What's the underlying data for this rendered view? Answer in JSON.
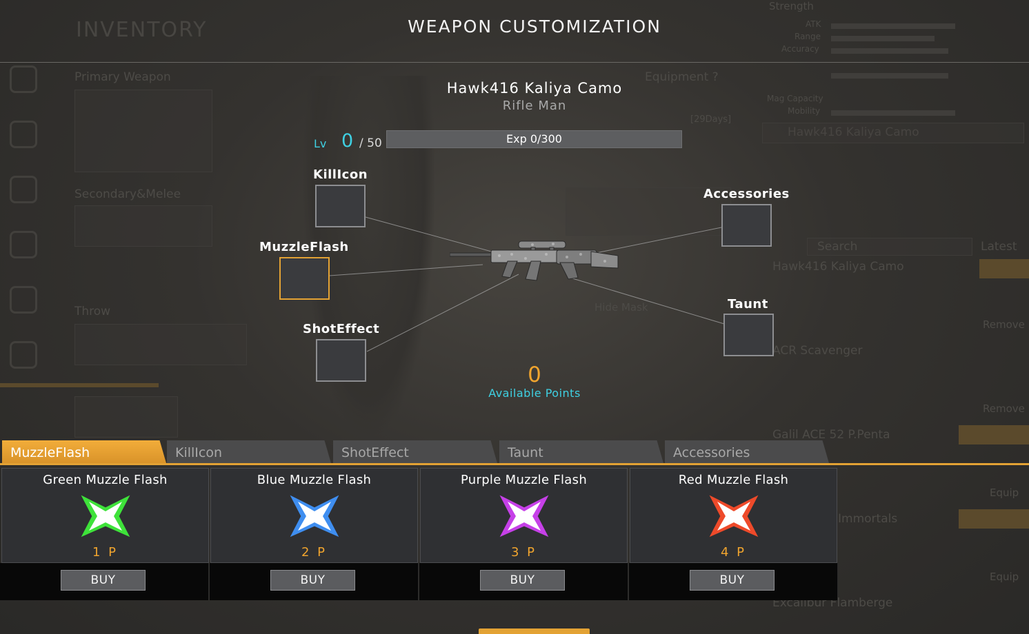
{
  "background": {
    "inventory_title": "INVENTORY",
    "primary_weapon": "Primary Weapon",
    "secondary_melee": "Secondary&Melee",
    "throw": "Throw",
    "equipment": "Equipment ?",
    "strengths": "Strength",
    "stat_atk": "ATK",
    "stat_range": "Range",
    "stat_accuracy": "Accuracy",
    "stat_mag": "Mag Capacity",
    "stat_mobility": "Mobility",
    "weapon_ref": "Hawk416 Kaliya Camo",
    "search": "Search",
    "latest": "Latest",
    "list_item_1": "Hawk416 Kaliya Camo",
    "list_item_2": "ACR Scavenger",
    "list_item_3": "Galil ACE 52 P.Penta",
    "list_item_4": "Immortals",
    "list_item_5": "Excalibur Flamberge",
    "hide_mask": "Hide Mask",
    "days": "[29Days]",
    "remove": "Remove",
    "equip": "Equip"
  },
  "header": {
    "title": "WEAPON CUSTOMIZATION"
  },
  "weapon": {
    "name": "Hawk416 Kaliya Camo",
    "class": "Rifle Man",
    "level_label": "Lv",
    "level": "0",
    "level_max": "/ 50",
    "exp_text": "Exp 0/300",
    "exp_fraction": 0
  },
  "slots": {
    "killicon": "KillIcon",
    "muzzleflash": "MuzzleFlash",
    "shoteffect": "ShotEffect",
    "accessories": "Accessories",
    "taunt": "Taunt"
  },
  "points": {
    "value": "0",
    "label": "Available Points"
  },
  "tabs": [
    {
      "label": "MuzzleFlash",
      "active": true
    },
    {
      "label": "KillIcon",
      "active": false
    },
    {
      "label": "ShotEffect",
      "active": false
    },
    {
      "label": "Taunt",
      "active": false
    },
    {
      "label": "Accessories",
      "active": false
    }
  ],
  "items": [
    {
      "name": "Green Muzzle Flash",
      "price": "1 P",
      "buy": "BUY",
      "color": "#3ee23a",
      "icon": "green-flash-icon"
    },
    {
      "name": "Blue Muzzle Flash",
      "price": "2 P",
      "buy": "BUY",
      "color": "#3f8ef0",
      "icon": "blue-flash-icon"
    },
    {
      "name": "Purple Muzzle Flash",
      "price": "3 P",
      "buy": "BUY",
      "color": "#c640e8",
      "icon": "purple-flash-icon"
    },
    {
      "name": "Red Muzzle Flash",
      "price": "4 P",
      "buy": "BUY",
      "color": "#ee4a2a",
      "icon": "red-flash-icon"
    }
  ],
  "colors": {
    "accent": "#e3a234",
    "cyan": "#3fd0e2"
  }
}
